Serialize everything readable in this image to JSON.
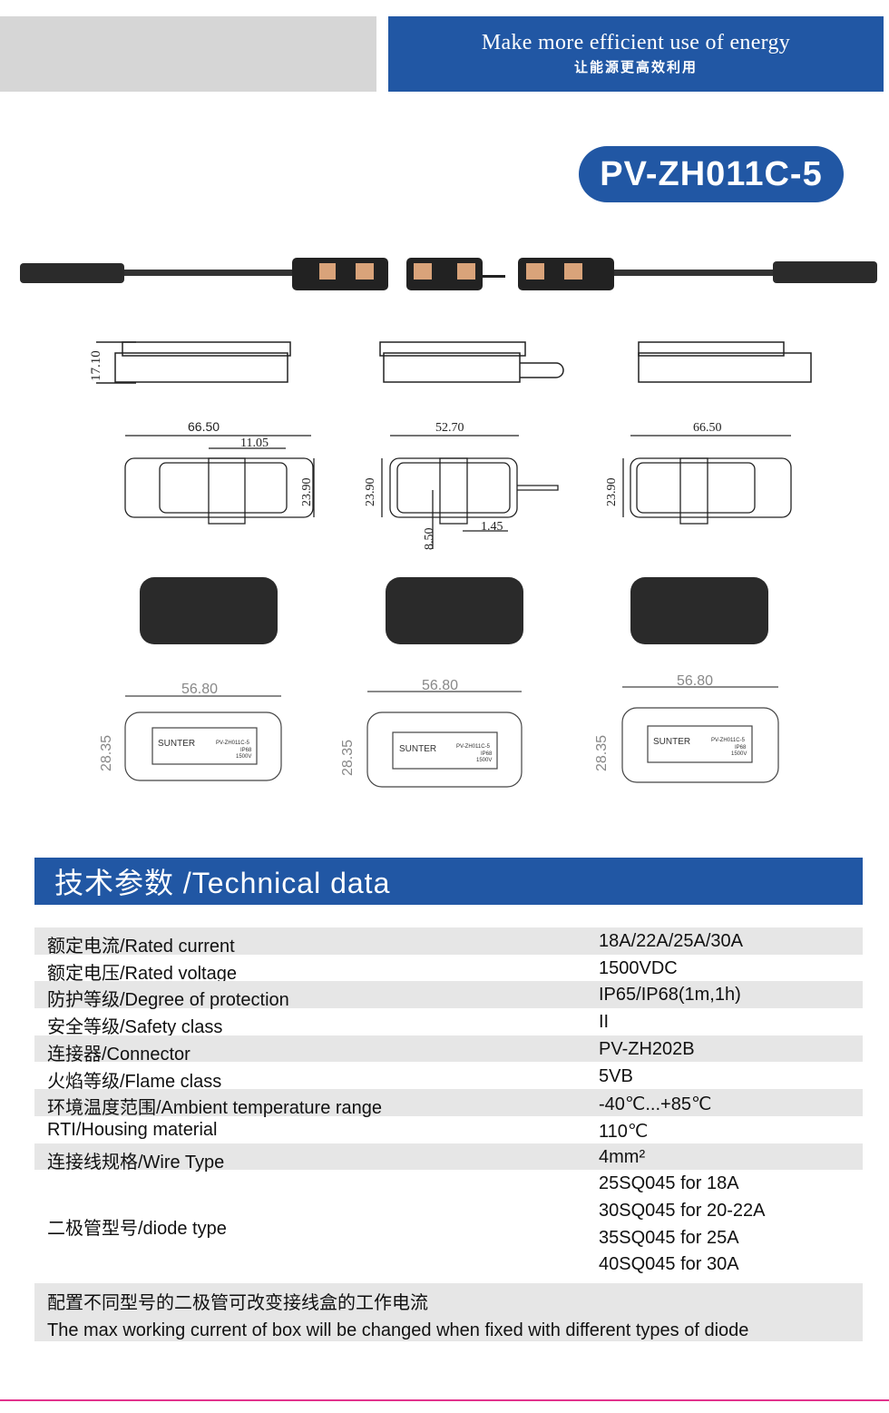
{
  "banner": {
    "slogan_en": "Make more efficient use of energy",
    "slogan_cn": "让能源更高效利用"
  },
  "model": "PV-ZH011C-5",
  "drawings": {
    "side_height": "17.10",
    "top_views": [
      {
        "width": "66.50",
        "sub": "11.05",
        "height": "23.90"
      },
      {
        "width": "52.70",
        "height": "23.90",
        "dim_a": "8.50",
        "dim_b": "1.45"
      },
      {
        "width": "66.50",
        "height": "23.90"
      }
    ],
    "cover_views": [
      {
        "width": "56.80",
        "height": "28.35"
      },
      {
        "width": "56.80",
        "height": "28.35"
      },
      {
        "width": "56.80",
        "height": "28.35"
      }
    ],
    "label": {
      "brand": "SUNTER",
      "model": "PV-ZH011C-5",
      "ip": "IP68",
      "voltage": "1500V"
    }
  },
  "technical": {
    "title": "技术参数 /Technical data",
    "rows": [
      {
        "label": "额定电流/Rated current",
        "value": [
          "18A/22A/25A/30A"
        ]
      },
      {
        "label": "额定电压/Rated voltage",
        "value": [
          "1500VDC"
        ]
      },
      {
        "label": "防护等级/Degree of protection",
        "value": [
          "IP65/IP68(1m,1h)"
        ]
      },
      {
        "label": "安全等级/Safety class",
        "value": [
          "II"
        ]
      },
      {
        "label": "连接器/Connector",
        "value": [
          "PV-ZH202B"
        ]
      },
      {
        "label": "火焰等级/Flame class",
        "value": [
          "5VB"
        ]
      },
      {
        "label": "环境温度范围/Ambient temperature range",
        "value": [
          "-40℃...+85℃"
        ]
      },
      {
        "label": "RTI/Housing material",
        "value": [
          "110℃"
        ]
      },
      {
        "label": "连接线规格/Wire Type",
        "value": [
          "4mm²"
        ]
      },
      {
        "label": "二极管型号/diode type",
        "value": [
          "25SQ045 for 18A",
          "30SQ045 for 20-22A",
          "35SQ045 for 25A",
          "40SQ045 for 30A"
        ]
      }
    ],
    "note_cn": "配置不同型号的二极管可改变接线盒的工作电流",
    "note_en": "The max working current of box will be changed when fixed with different types of diode"
  },
  "colors": {
    "brand_blue": "#2157a4",
    "row_grey": "#e6e6e6",
    "accent_pink": "#e2338c"
  }
}
